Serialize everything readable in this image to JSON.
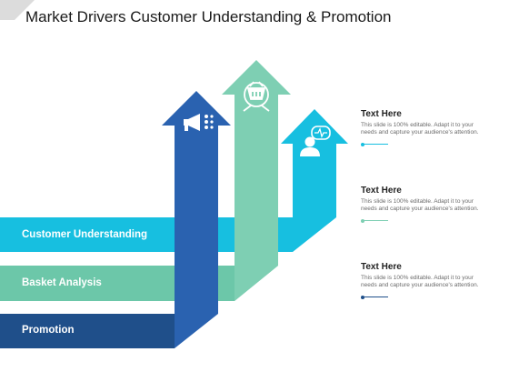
{
  "title": "Market Drivers Customer Understanding & Promotion",
  "colors": {
    "navy": "#1f4f8a",
    "blue": "#2a62b0",
    "mint": "#7ecfb3",
    "mint_light": "#6cc7a9",
    "cyan": "#17bfe0",
    "cyan_band": "#10a9cb",
    "corner": "#d9d9d9"
  },
  "bands": [
    {
      "label": "Customer Understanding"
    },
    {
      "label": "Basket Analysis"
    },
    {
      "label": "Promotion"
    }
  ],
  "icons": [
    "megaphone-icon",
    "basket-icon",
    "user-heartbeat-icon"
  ],
  "items": [
    {
      "heading": "Text Here",
      "body": "This slide is 100% editable. Adapt it to your needs and capture your audience's attention.",
      "accent": "#17bfe0"
    },
    {
      "heading": "Text Here",
      "body": "This slide is 100% editable. Adapt it to your needs and capture your audience's attention.",
      "accent": "#7ecfb3"
    },
    {
      "heading": "Text Here",
      "body": "This slide is 100% editable. Adapt it to your needs and capture your audience's attention.",
      "accent": "#1f4f8a"
    }
  ]
}
